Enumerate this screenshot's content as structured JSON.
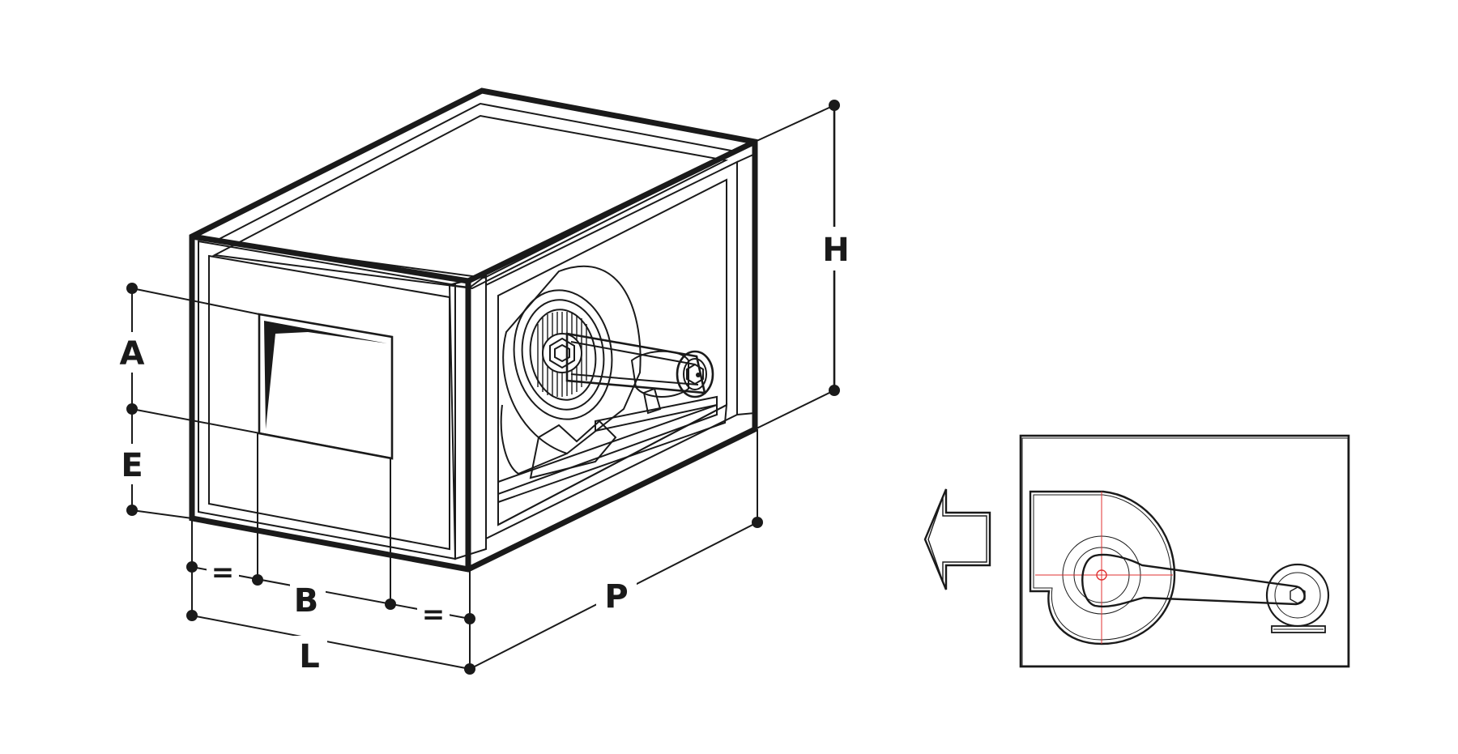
{
  "dimensions": {
    "a": "A",
    "e": "E",
    "b": "B",
    "l": "L",
    "p": "P",
    "h": "H",
    "equal_left": "=",
    "equal_right": "="
  },
  "colors": {
    "line": "#1a1a1a",
    "center_lines": "#e03030",
    "background": "#ffffff"
  },
  "icons": {
    "airflow_arrow": "arrow-left-outline-icon"
  }
}
